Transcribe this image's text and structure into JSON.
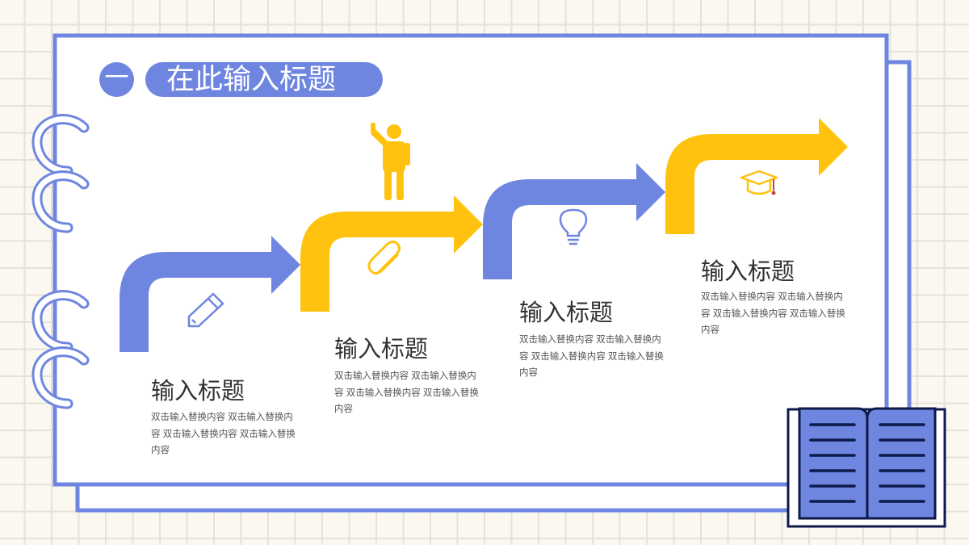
{
  "header": {
    "number": "一",
    "title": "在此输入标题"
  },
  "steps": [
    {
      "title": "输入标题",
      "body": "双击输入替换内容 双击输入替换内容 双击输入替换内容  双击输入替换内容",
      "color": "#6f86e0",
      "icon": "pencil-icon"
    },
    {
      "title": "输入标题",
      "body": "双击输入替换内容 双击输入替换内容 双击输入替换内容  双击输入替换内容",
      "color": "#ffc20e",
      "icon": "paperclip-icon"
    },
    {
      "title": "输入标题",
      "body": "双击输入替换内容 双击输入替换内容 双击输入替换内容  双击输入替换内容",
      "color": "#6f86e0",
      "icon": "lightbulb-icon"
    },
    {
      "title": "输入标题",
      "body": "双击输入替换内容 双击输入替换内容 双击输入替换内容  双击输入替换内容",
      "color": "#ffc20e",
      "icon": "graduation-cap-icon"
    }
  ],
  "colors": {
    "primary_blue": "#6f86e0",
    "accent_yellow": "#ffc20e",
    "book_dark": "#0d1a4a"
  }
}
